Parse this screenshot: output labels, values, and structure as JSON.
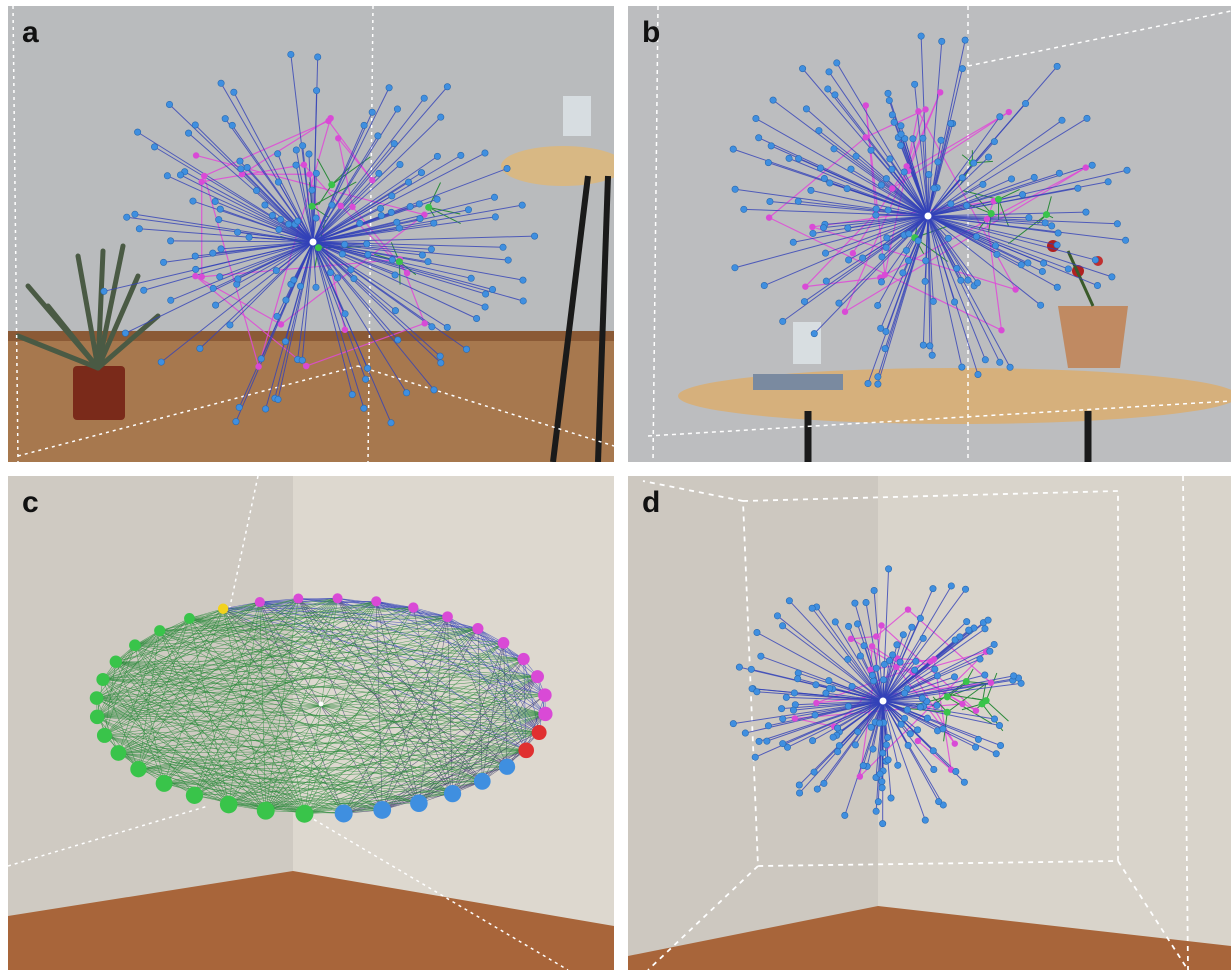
{
  "panels": [
    {
      "label": "a",
      "description_visible": false
    },
    {
      "label": "b",
      "description_visible": false
    },
    {
      "label": "c",
      "description_visible": false
    },
    {
      "label": "d",
      "description_visible": false
    }
  ],
  "colors": {
    "node_blue": "#3f8fe0",
    "node_magenta": "#d94ad6",
    "node_green": "#39c44a",
    "edge_blue": "#3342b8",
    "edge_magenta": "#e04ad8",
    "edge_green": "#2a8a3a",
    "node_yellow": "#f2d21e",
    "node_red": "#e03030",
    "wall_gray": "#c8c8c8",
    "floor_wood": "#b47a45"
  }
}
